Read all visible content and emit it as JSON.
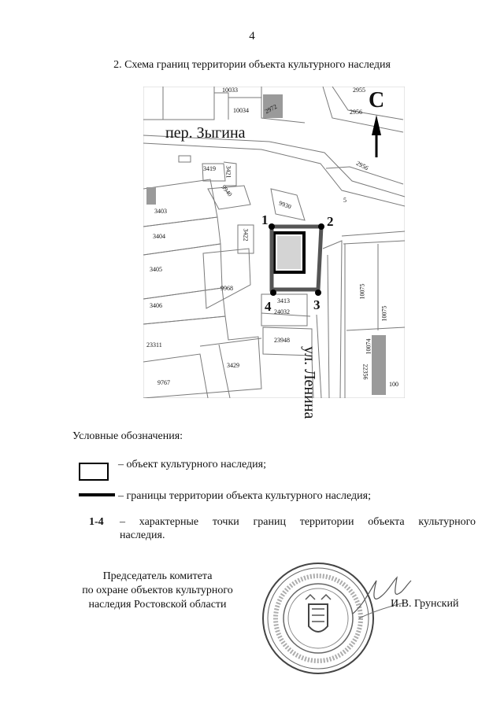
{
  "page": {
    "number": "4",
    "title": "2. Схема границ территории объекта культурного наследия"
  },
  "map": {
    "compass": "С",
    "streets": {
      "zygina": "пер. Зыгина",
      "lenina": "ул. Ленина"
    },
    "points": [
      "1",
      "2",
      "3",
      "4"
    ],
    "parcels": [
      "10033",
      "10034",
      "2972",
      "2955",
      "2956",
      "2956",
      "3419",
      "3421",
      "9940",
      "9930",
      "5",
      "3403",
      "3404",
      "3422",
      "4",
      "3405",
      "9968",
      "3406",
      "3413",
      "24032",
      "10075",
      "10075",
      "23311",
      "23948",
      "10074",
      "3429",
      "22356",
      "9767",
      "100"
    ],
    "colors": {
      "boundary": "#555555",
      "object": "#000000",
      "shade": "#9a9a9a"
    }
  },
  "legend": {
    "heading": "Условные обозначения:",
    "object": "– объект культурного наследия;",
    "boundary": "– границы территории объекта культурного наследия;",
    "points_key": "1-4",
    "points_line1": "– характерные точки границ территории объекта культурного",
    "points_line2": "наследия."
  },
  "signature": {
    "title_line1": "Председатель комитета",
    "title_line2": "по охране объектов культурного",
    "title_line3": "наследия Ростовской области",
    "name": "И.В. Грунский"
  }
}
